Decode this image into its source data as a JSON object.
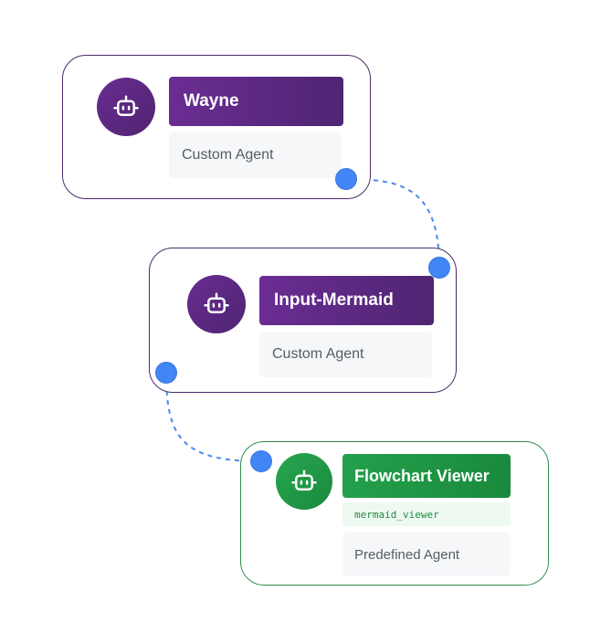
{
  "colors": {
    "custom_agent": "#5b2a82",
    "predefined_agent": "#1f9a46",
    "handle": "#4285f4",
    "connector": "#4a8be8"
  },
  "nodes": [
    {
      "title": "Wayne",
      "type": "Custom Agent",
      "icon": "robot-icon"
    },
    {
      "title": "Input-Mermaid",
      "type": "Custom Agent",
      "icon": "robot-icon"
    },
    {
      "title": "Flowchart Viewer",
      "tool": "mermaid_viewer",
      "type": "Predefined Agent",
      "icon": "robot-icon"
    }
  ]
}
